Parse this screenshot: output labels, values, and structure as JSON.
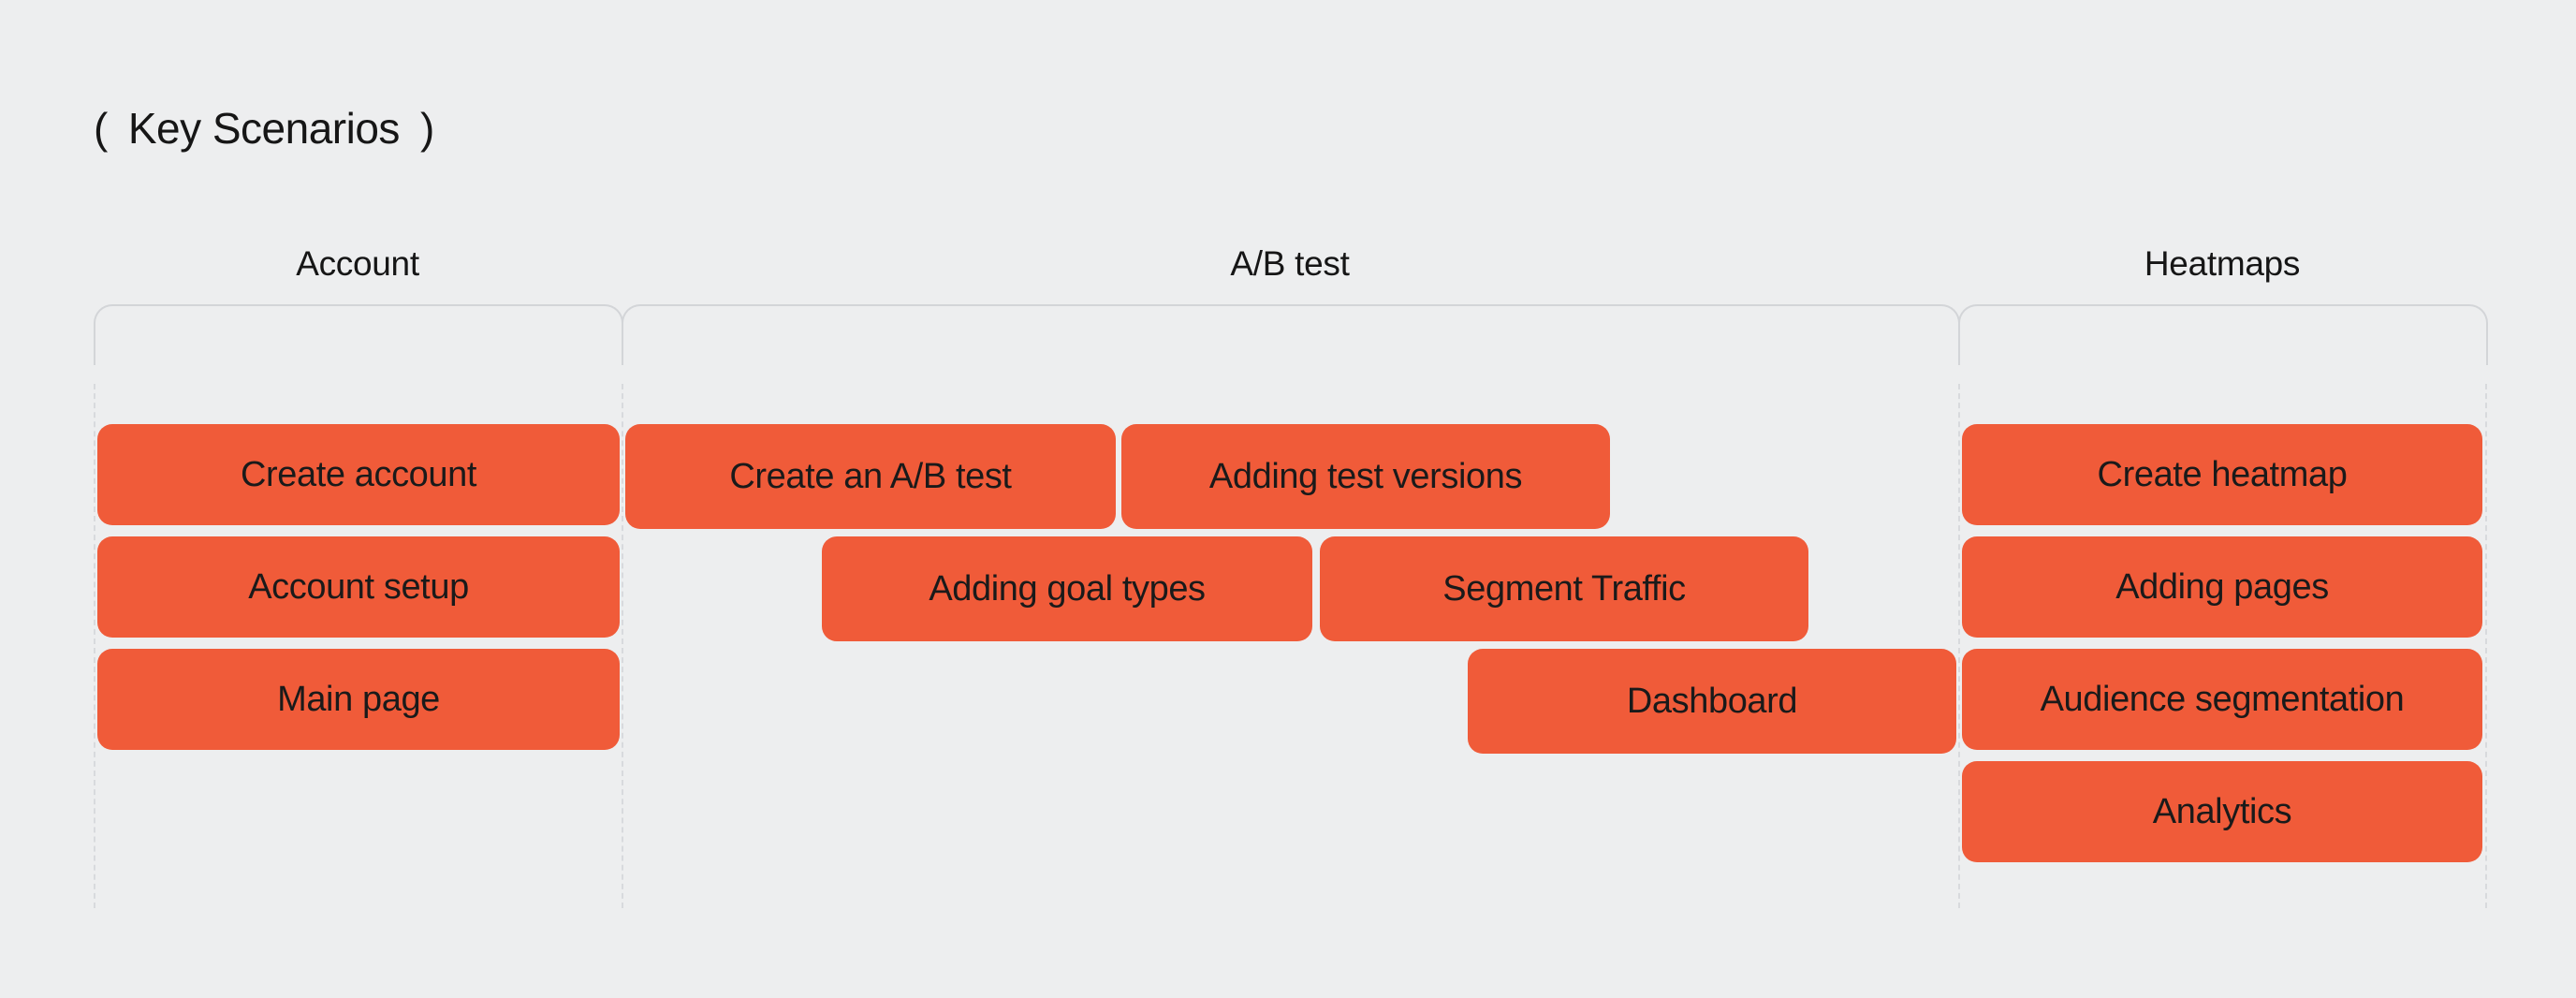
{
  "title": {
    "open": "(",
    "text": "Key Scenarios",
    "close": ")"
  },
  "groups": {
    "account": {
      "label": "Account",
      "items": [
        "Create account",
        "Account setup",
        "Main page"
      ]
    },
    "ab_test": {
      "label": "A/B test",
      "items": [
        "Create an A/B test",
        "Adding test versions",
        "Adding goal types",
        "Segment Traffic",
        "Dashboard"
      ]
    },
    "heatmaps": {
      "label": "Heatmaps",
      "items": [
        "Create heatmap",
        "Adding pages",
        "Audience segmentation",
        "Analytics"
      ]
    }
  },
  "colors": {
    "background": "#edeeef",
    "pill": "#f05b39",
    "bracket": "#d3d5d8",
    "text": "#161616"
  }
}
